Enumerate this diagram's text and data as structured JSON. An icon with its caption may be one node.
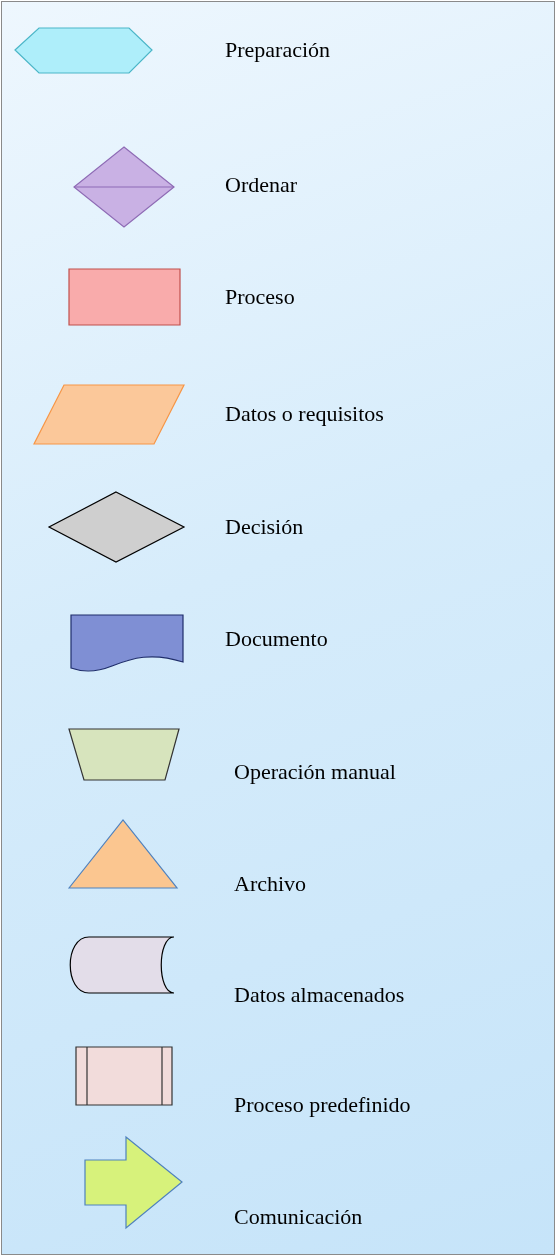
{
  "diagram": {
    "legend": [
      {
        "text": "Preparación"
      },
      {
        "text": "Ordenar"
      },
      {
        "text": "Proceso"
      },
      {
        "text": "Datos o requisitos"
      },
      {
        "text": "Decisión"
      },
      {
        "text": "Documento"
      },
      {
        "text": "Operación manual"
      },
      {
        "text": "Archivo"
      },
      {
        "text": "Datos almacenados"
      },
      {
        "text": "Proceso predefinido"
      },
      {
        "text": "Comunicación"
      }
    ]
  }
}
